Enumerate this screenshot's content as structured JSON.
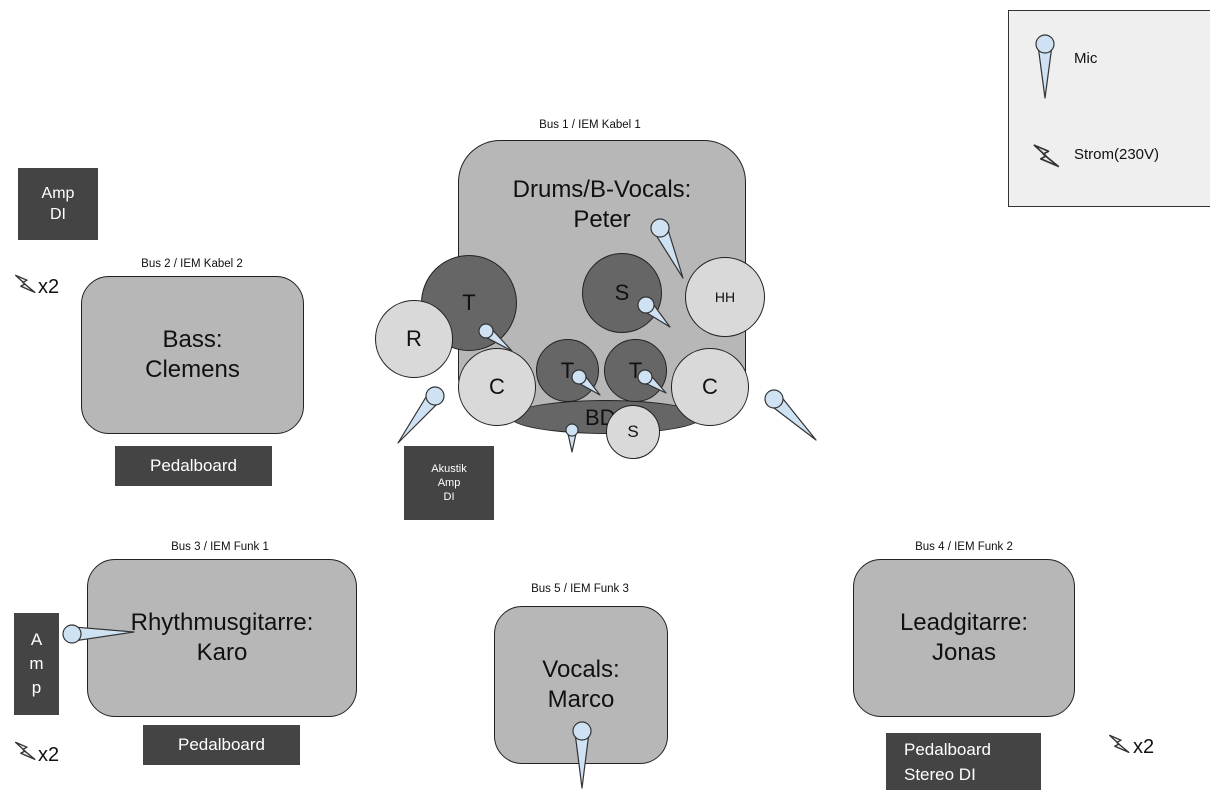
{
  "legend": {
    "mic": "Mic",
    "power": "Strom(230V)"
  },
  "drums": {
    "bus": "Bus 1 / IEM Kabel 1",
    "title1": "Drums/B-Vocals:",
    "title2": "Peter",
    "kick": "BD",
    "toms": [
      "T",
      "T",
      "T"
    ],
    "snare": "S",
    "hihat": "HH",
    "ride": "R",
    "crashes": [
      "C",
      "C"
    ],
    "stack": "S"
  },
  "bass": {
    "bus": "Bus 2 / IEM Kabel 2",
    "line1": "Bass:",
    "line2": "Clemens",
    "amp1": "Amp",
    "amp2": "DI",
    "power_count": "x2",
    "pedalboard": "Pedalboard"
  },
  "acoustic": {
    "line1": "Akustik",
    "line2": "Amp",
    "line3": "DI"
  },
  "rhythm": {
    "bus": "Bus 3 / IEM Funk 1",
    "line1": "Rhythmusgitarre:",
    "line2": "Karo",
    "amp": [
      "A",
      "m",
      "p"
    ],
    "power_count": "x2",
    "pedalboard": "Pedalboard"
  },
  "vocals": {
    "bus": "Bus 5 / IEM Funk 3",
    "line1": "Vocals:",
    "line2": "Marco"
  },
  "lead": {
    "bus": "Bus 4 / IEM Funk 2",
    "line1": "Leadgitarre:",
    "line2": "Jonas",
    "pedal1": "Pedalboard",
    "pedal2": "Stereo DI",
    "power_count": "x2"
  },
  "colors": {
    "stage": "#b7b7b7",
    "dark_box": "#444444",
    "drum_dark": "#666666",
    "drum_light": "#d9d9d9",
    "mic": "#cfe2f3",
    "legend_bg": "#efefef"
  }
}
